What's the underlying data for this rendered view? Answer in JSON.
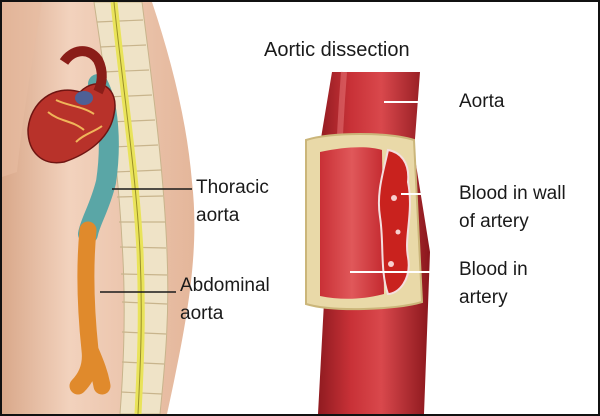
{
  "title": "Aortic dissection",
  "labels": {
    "thoracic_line1": "Thoracic",
    "thoracic_line2": "aorta",
    "abdominal_line1": "Abdominal",
    "abdominal_line2": "aorta",
    "aorta": "Aorta",
    "wall_line1": "Blood in wall",
    "wall_line2": "of artery",
    "artery_line1": "Blood in",
    "artery_line2": "artery"
  },
  "colors": {
    "skin": "#eec9b1",
    "skin_shadow": "#d9a88a",
    "heart": "#b8322a",
    "thoracic_aorta": "#5aa6a6",
    "abdominal_aorta": "#e08a2c",
    "spinal_cord": "#e9e35a",
    "vertebra": "#efe3c7",
    "vessel": "#b3242b",
    "vessel_light": "#d9484c",
    "cut_edge": "#e9d9a8"
  }
}
